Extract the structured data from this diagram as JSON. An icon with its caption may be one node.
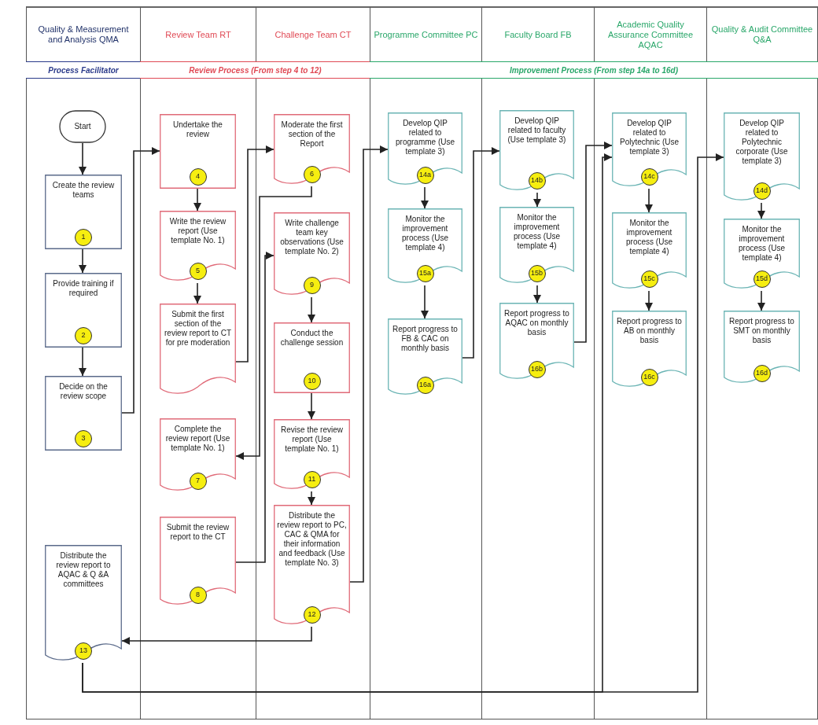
{
  "diagram": {
    "nodes": [
      {
        "text": [
          "Quality & Measurement and Analysis QMA"
        ]
      },
      {
        "text": [
          "Review Team RT"
        ]
      },
      {
        "text": [
          "Challenge Team CT"
        ]
      },
      {
        "text": [
          "Programme Committee PC"
        ]
      },
      {
        "text": [
          "Faculty Board FB"
        ]
      },
      {
        "text": [
          "Academic Quality Assurance Committee AQAC"
        ]
      },
      {
        "text": [
          "Quality & Audit Committee Q&A"
        ]
      },
      {
        "text": [
          "Process Facilitator"
        ],
        "in": 0
      },
      {
        "text": [
          "Review Process (From step 4 to 12)"
        ]
      },
      {
        "text": [
          "Improvement Process (From step 14a to 16d)"
        ]
      },
      {
        "text": [
          "Start"
        ],
        "in": 0
      },
      {
        "text": [
          "Create the review teams",
          "1"
        ],
        "in": 0
      },
      {
        "text": [
          "Provide training if required",
          "2"
        ],
        "in": 0
      },
      {
        "text": [
          "Decide on the review scope",
          "3"
        ],
        "in": 0
      },
      {
        "text": [
          "Distribute the review report to AQAC & Q &A committees",
          "13"
        ],
        "in": 0
      },
      {
        "text": [
          "Undertake the review",
          "4"
        ],
        "in": 1
      },
      {
        "text": [
          "Write the review report (Use template No. 1)",
          "5"
        ],
        "in": 1
      },
      {
        "text": [
          "Submit the first section of the review report to CT for pre moderation"
        ],
        "in": 1
      },
      {
        "text": [
          "Complete the review report (Use template No. 1)",
          "7"
        ],
        "in": 1
      },
      {
        "text": [
          "Submit the review report to the CT",
          "8"
        ],
        "in": 1
      },
      {
        "text": [
          "Moderate the first section of the Report",
          "6"
        ],
        "in": 2
      },
      {
        "text": [
          "Write challenge team key observations (Use template No. 2)",
          "9"
        ],
        "in": 2
      },
      {
        "text": [
          "Conduct the challenge session",
          "10"
        ],
        "in": 2
      },
      {
        "text": [
          "Revise the review report (Use template No. 1)",
          "11"
        ],
        "in": 2
      },
      {
        "text": [
          "Distribute the review report to PC, CAC & QMA for their information and feedback (Use template No. 3)",
          "12"
        ],
        "in": 2
      },
      {
        "text": [
          "Develop QIP related to programme (Use template 3)",
          "14a"
        ],
        "in": 3
      },
      {
        "text": [
          "Monitor the improvement process (Use template 4)",
          "15a"
        ],
        "in": 3
      },
      {
        "text": [
          "Report progress to FB & CAC on monthly basis",
          "16a"
        ],
        "in": 3
      },
      {
        "text": [
          "Develop QIP related to faculty (Use template 3)",
          "14b"
        ],
        "in": 4
      },
      {
        "text": [
          "Monitor the improvement process (Use template 4)",
          "15b"
        ],
        "in": 4
      },
      {
        "text": [
          "Report progress to AQAC on monthly basis",
          "16b"
        ],
        "in": 4
      },
      {
        "text": [
          "Develop QIP related to Polytechnic (Use template 3)",
          "14c"
        ],
        "in": 5
      },
      {
        "text": [
          "Monitor the improvement process (Use template 4)",
          "15c"
        ],
        "in": 5
      },
      {
        "text": [
          "Report progress to AB on monthly basis",
          "16c"
        ],
        "in": 5
      },
      {
        "text": [
          "Develop QIP related to Polytechnic corporate (Use template 3)",
          "14d"
        ],
        "in": 6
      },
      {
        "text": [
          "Monitor the improvement process (Use template 4)",
          "15d"
        ],
        "in": 6
      },
      {
        "text": [
          "Report progress to SMT on monthly basis",
          "16d"
        ],
        "in": 6
      }
    ],
    "edges": [
      {
        "from": 10,
        "to": 11,
        "arrow": "to"
      },
      {
        "from": 11,
        "to": 12,
        "arrow": "to"
      },
      {
        "from": 12,
        "to": 13,
        "arrow": "to"
      },
      {
        "from": 13,
        "to": 15,
        "arrow": "to"
      },
      {
        "from": 15,
        "to": 16,
        "arrow": "to"
      },
      {
        "from": 16,
        "to": 17,
        "arrow": "to"
      },
      {
        "from": 17,
        "to": 20,
        "arrow": "to"
      },
      {
        "from": 20,
        "to": 18,
        "arrow": "to"
      },
      {
        "from": 19,
        "to": 21,
        "arrow": "to"
      },
      {
        "from": 21,
        "to": 22,
        "arrow": "to"
      },
      {
        "from": 22,
        "to": 23,
        "arrow": "to"
      },
      {
        "from": 23,
        "to": 24,
        "arrow": "to"
      },
      {
        "from": 24,
        "to": 25,
        "arrow": "to"
      },
      {
        "from": 24,
        "to": 14,
        "arrow": "to"
      },
      {
        "from": 25,
        "to": 26,
        "arrow": "to"
      },
      {
        "from": 26,
        "to": 27,
        "arrow": "to"
      },
      {
        "from": 27,
        "to": 28,
        "arrow": "to"
      },
      {
        "from": 28,
        "to": 29,
        "arrow": "to"
      },
      {
        "from": 29,
        "to": 30,
        "arrow": "to"
      },
      {
        "from": 30,
        "to": 31,
        "arrow": "to"
      },
      {
        "from": 31,
        "to": 32,
        "arrow": "to"
      },
      {
        "from": 32,
        "to": 33,
        "arrow": "to"
      },
      {
        "from": 14,
        "to": 31,
        "arrow": "to"
      },
      {
        "from": 14,
        "to": 34,
        "arrow": "to"
      },
      {
        "from": 34,
        "to": 35,
        "arrow": "to"
      },
      {
        "from": 35,
        "to": 36,
        "arrow": "to"
      }
    ]
  }
}
